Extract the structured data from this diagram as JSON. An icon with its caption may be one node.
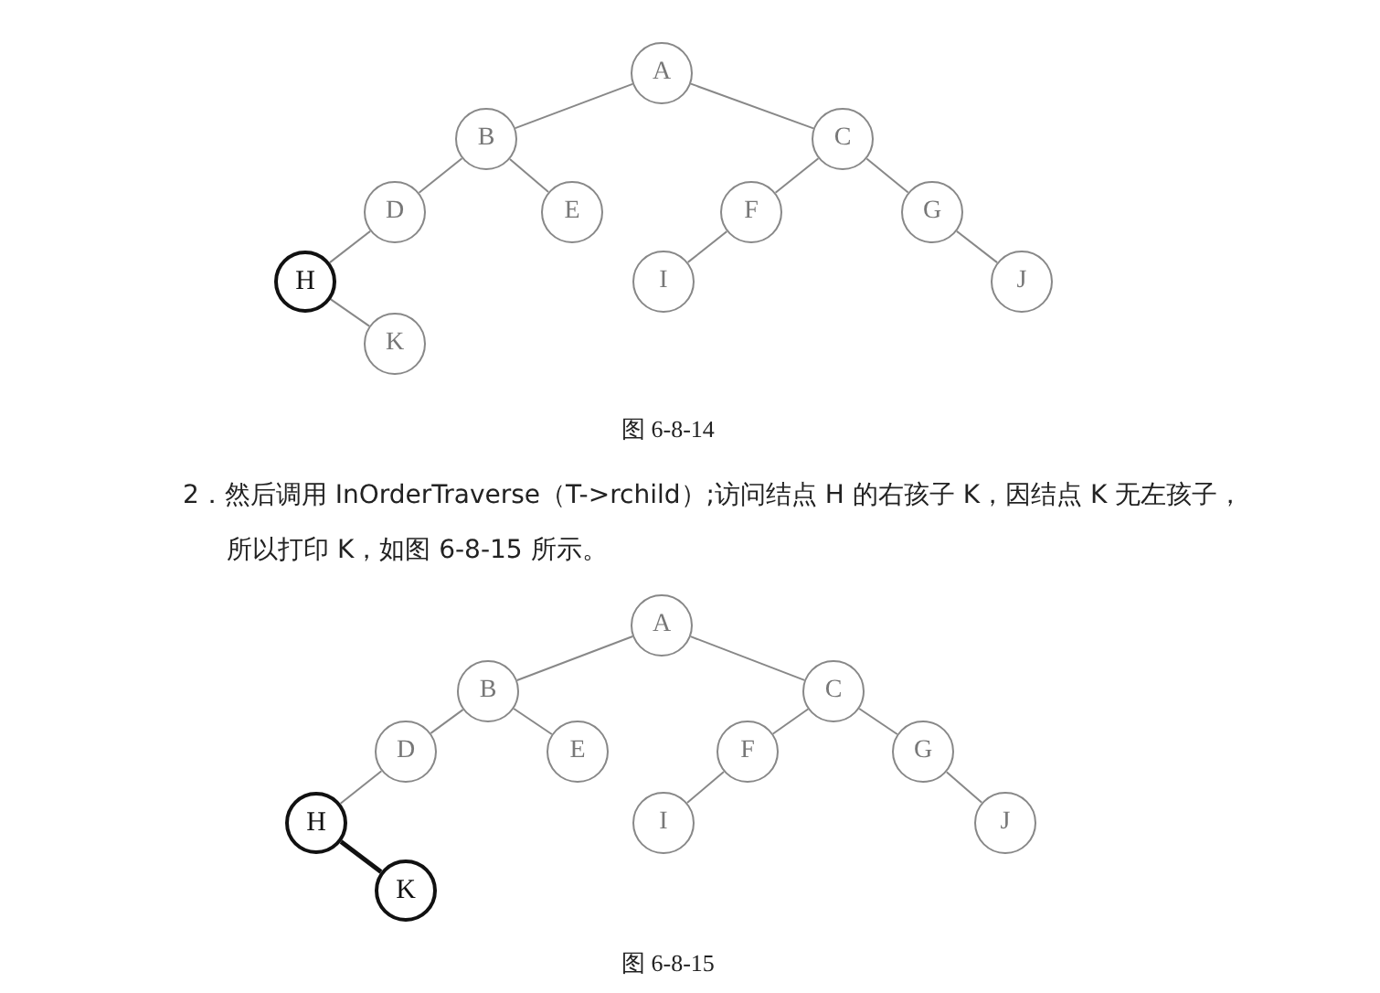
{
  "diagram": {
    "nodes": [
      {
        "text": [
          "A"
        ]
      },
      {
        "text": [
          "B"
        ]
      },
      {
        "text": [
          "C"
        ]
      },
      {
        "text": [
          "D"
        ]
      },
      {
        "text": [
          "E"
        ]
      },
      {
        "text": [
          "F"
        ]
      },
      {
        "text": [
          "G"
        ]
      },
      {
        "text": [
          "H"
        ]
      },
      {
        "text": [
          "I"
        ]
      },
      {
        "text": [
          "J"
        ]
      },
      {
        "text": [
          "K"
        ]
      },
      {
        "text": [
          "A"
        ]
      },
      {
        "text": [
          "B"
        ]
      },
      {
        "text": [
          "C"
        ]
      },
      {
        "text": [
          "D"
        ]
      },
      {
        "text": [
          "E"
        ]
      },
      {
        "text": [
          "F"
        ]
      },
      {
        "text": [
          "G"
        ]
      },
      {
        "text": [
          "H"
        ]
      },
      {
        "text": [
          "I"
        ]
      },
      {
        "text": [
          "J"
        ]
      },
      {
        "text": [
          "K"
        ]
      }
    ],
    "edges": [
      {
        "from": 0,
        "to": 1,
        "arrow": "none"
      },
      {
        "from": 0,
        "to": 2,
        "arrow": "none"
      },
      {
        "from": 1,
        "to": 3,
        "arrow": "none"
      },
      {
        "from": 1,
        "to": 4,
        "arrow": "none"
      },
      {
        "from": 2,
        "to": 5,
        "arrow": "none"
      },
      {
        "from": 2,
        "to": 6,
        "arrow": "none"
      },
      {
        "from": 3,
        "to": 7,
        "arrow": "none"
      },
      {
        "from": 5,
        "to": 8,
        "arrow": "none"
      },
      {
        "from": 6,
        "to": 9,
        "arrow": "none"
      },
      {
        "from": 7,
        "to": 10,
        "arrow": "none"
      },
      {
        "from": 11,
        "to": 12,
        "arrow": "none"
      },
      {
        "from": 11,
        "to": 13,
        "arrow": "none"
      },
      {
        "from": 12,
        "to": 14,
        "arrow": "none"
      },
      {
        "from": 12,
        "to": 15,
        "arrow": "none"
      },
      {
        "from": 13,
        "to": 16,
        "arrow": "none"
      },
      {
        "from": 13,
        "to": 17,
        "arrow": "none"
      },
      {
        "from": 14,
        "to": 18,
        "arrow": "none"
      },
      {
        "from": 16,
        "to": 19,
        "arrow": "none"
      },
      {
        "from": 17,
        "to": 20,
        "arrow": "none"
      },
      {
        "from": 18,
        "to": 21,
        "arrow": "none",
        "style": "thick",
        "color": "#111111"
      }
    ],
    "labels": [
      "图 6-8-14",
      "2．然后调用 InOrderTraverse（T->rchild）;访问结点 H 的右孩子 K，因结点 K 无左孩子，所以打印 K，如图 6-8-15 所示。",
      "图 6-8-15"
    ]
  }
}
